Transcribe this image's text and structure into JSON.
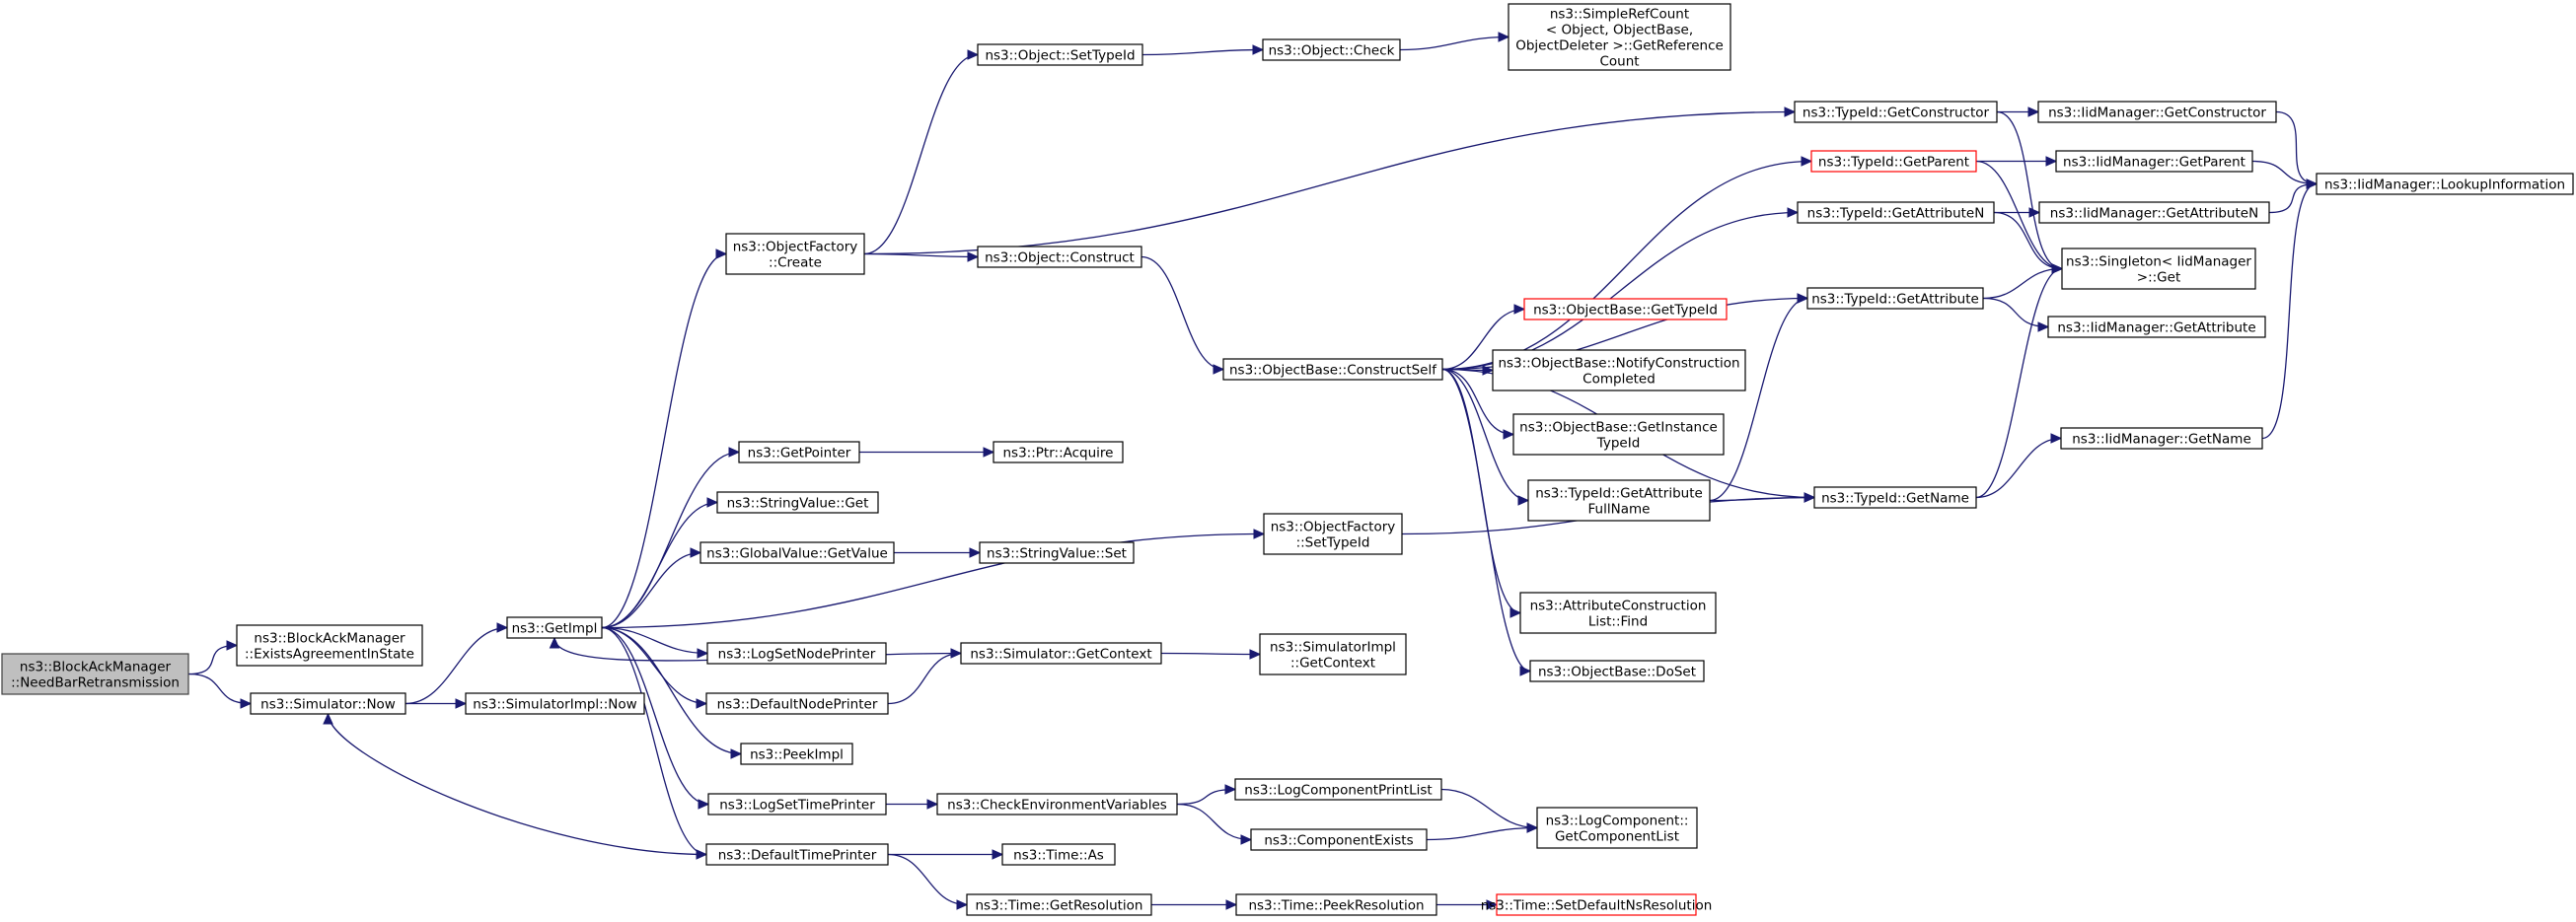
{
  "diagram": {
    "colors": {
      "edge": "#191970",
      "root_fill": "#bfbfbf",
      "truncated_border": "#ff0000",
      "node_border": "#000000"
    },
    "nodes": {
      "root": {
        "lines": [
          "ns3::BlockAckManager",
          "::NeedBarRetransmission"
        ],
        "root": true
      },
      "exists_agreement": {
        "lines": [
          "ns3::BlockAckManager",
          "::ExistsAgreementInState"
        ]
      },
      "sim_now": {
        "lines": [
          "ns3::Simulator::Now"
        ]
      },
      "getimpl": {
        "lines": [
          "ns3::GetImpl"
        ]
      },
      "simimpl_now": {
        "lines": [
          "ns3::SimulatorImpl::Now"
        ]
      },
      "objfactory_create": {
        "lines": [
          "ns3::ObjectFactory",
          "::Create"
        ]
      },
      "obj_settypeid": {
        "lines": [
          "ns3::Object::SetTypeId"
        ]
      },
      "obj_check": {
        "lines": [
          "ns3::Object::Check"
        ]
      },
      "simplerefcount": {
        "lines": [
          "ns3::SimpleRefCount",
          "< Object, ObjectBase,",
          "ObjectDeleter >::GetReference",
          "Count"
        ]
      },
      "obj_construct": {
        "lines": [
          "ns3::Object::Construct"
        ]
      },
      "objbase_constructself": {
        "lines": [
          "ns3::ObjectBase::ConstructSelf"
        ]
      },
      "typeid_getconstructor": {
        "lines": [
          "ns3::TypeId::GetConstructor"
        ]
      },
      "iid_getconstructor": {
        "lines": [
          "ns3::IidManager::GetConstructor"
        ]
      },
      "typeid_getparent": {
        "lines": [
          "ns3::TypeId::GetParent"
        ],
        "truncated": true
      },
      "iid_getparent": {
        "lines": [
          "ns3::IidManager::GetParent"
        ]
      },
      "iid_lookup": {
        "lines": [
          "ns3::IidManager::LookupInformation"
        ]
      },
      "typeid_getattributen": {
        "lines": [
          "ns3::TypeId::GetAttributeN"
        ]
      },
      "iid_getattributen": {
        "lines": [
          "ns3::IidManager::GetAttributeN"
        ]
      },
      "singleton_get": {
        "lines": [
          "ns3::Singleton< IidManager",
          ">::Get"
        ]
      },
      "typeid_getattribute": {
        "lines": [
          "ns3::TypeId::GetAttribute"
        ]
      },
      "iid_getattribute": {
        "lines": [
          "ns3::IidManager::GetAttribute"
        ]
      },
      "objbase_gettypeid": {
        "lines": [
          "ns3::ObjectBase::GetTypeId"
        ],
        "truncated": true
      },
      "objbase_notify": {
        "lines": [
          "ns3::ObjectBase::NotifyConstruction",
          "Completed"
        ]
      },
      "objbase_getinstance": {
        "lines": [
          "ns3::ObjectBase::GetInstance",
          "TypeId"
        ]
      },
      "typeid_getattrfullname": {
        "lines": [
          "ns3::TypeId::GetAttribute",
          "FullName"
        ]
      },
      "typeid_getname": {
        "lines": [
          "ns3::TypeId::GetName"
        ]
      },
      "iid_getname": {
        "lines": [
          "ns3::IidManager::GetName"
        ]
      },
      "getpointer": {
        "lines": [
          "ns3::GetPointer"
        ]
      },
      "ptr_acquire": {
        "lines": [
          "ns3::Ptr::Acquire"
        ]
      },
      "stringvalue_get": {
        "lines": [
          "ns3::StringValue::Get"
        ]
      },
      "globalvalue_getvalue": {
        "lines": [
          "ns3::GlobalValue::GetValue"
        ]
      },
      "stringvalue_set": {
        "lines": [
          "ns3::StringValue::Set"
        ]
      },
      "objfactory_settypeid": {
        "lines": [
          "ns3::ObjectFactory",
          "::SetTypeId"
        ]
      },
      "attrconstruction_find": {
        "lines": [
          "ns3::AttributeConstruction",
          "List::Find"
        ]
      },
      "objbase_doset": {
        "lines": [
          "ns3::ObjectBase::DoSet"
        ]
      },
      "logsetnodeprinter": {
        "lines": [
          "ns3::LogSetNodePrinter"
        ]
      },
      "sim_getcontext": {
        "lines": [
          "ns3::Simulator::GetContext"
        ]
      },
      "simimpl_getcontext": {
        "lines": [
          "ns3::SimulatorImpl",
          "::GetContext"
        ]
      },
      "defaultnodeprinter": {
        "lines": [
          "ns3::DefaultNodePrinter"
        ]
      },
      "peekimpl": {
        "lines": [
          "ns3::PeekImpl"
        ]
      },
      "logsettimeprinter": {
        "lines": [
          "ns3::LogSetTimePrinter"
        ]
      },
      "checkenv": {
        "lines": [
          "ns3::CheckEnvironmentVariables"
        ]
      },
      "logcomponentprintlist": {
        "lines": [
          "ns3::LogComponentPrintList"
        ]
      },
      "logcomponent_getlist": {
        "lines": [
          "ns3::LogComponent::",
          "GetComponentList"
        ]
      },
      "componentexists": {
        "lines": [
          "ns3::ComponentExists"
        ]
      },
      "defaulttimeprinter": {
        "lines": [
          "ns3::DefaultTimePrinter"
        ]
      },
      "time_as": {
        "lines": [
          "ns3::Time::As"
        ]
      },
      "time_getresolution": {
        "lines": [
          "ns3::Time::GetResolution"
        ]
      },
      "time_peekresolution": {
        "lines": [
          "ns3::Time::PeekResolution"
        ]
      },
      "time_setdefaultns": {
        "lines": [
          "ns3::Time::SetDefaultNsResolution"
        ],
        "truncated": true
      }
    },
    "edges": [
      [
        "root",
        "exists_agreement"
      ],
      [
        "root",
        "sim_now"
      ],
      [
        "sim_now",
        "getimpl"
      ],
      [
        "sim_now",
        "simimpl_now"
      ],
      [
        "getimpl",
        "objfactory_create"
      ],
      [
        "getimpl",
        "getpointer"
      ],
      [
        "getimpl",
        "stringvalue_get"
      ],
      [
        "getimpl",
        "globalvalue_getvalue"
      ],
      [
        "getimpl",
        "objfactory_settypeid"
      ],
      [
        "getimpl",
        "logsetnodeprinter"
      ],
      [
        "getimpl",
        "defaultnodeprinter"
      ],
      [
        "getimpl",
        "peekimpl"
      ],
      [
        "getimpl",
        "logsettimeprinter"
      ],
      [
        "getimpl",
        "defaulttimeprinter"
      ],
      [
        "objfactory_create",
        "obj_settypeid"
      ],
      [
        "objfactory_create",
        "typeid_getconstructor"
      ],
      [
        "objfactory_create",
        "obj_construct"
      ],
      [
        "obj_settypeid",
        "obj_check"
      ],
      [
        "obj_check",
        "simplerefcount"
      ],
      [
        "obj_construct",
        "objbase_constructself"
      ],
      [
        "objbase_constructself",
        "typeid_getparent"
      ],
      [
        "objbase_constructself",
        "typeid_getattributen"
      ],
      [
        "objbase_constructself",
        "typeid_getattribute"
      ],
      [
        "objbase_constructself",
        "objbase_gettypeid"
      ],
      [
        "objbase_constructself",
        "objbase_notify"
      ],
      [
        "objbase_constructself",
        "objbase_getinstance"
      ],
      [
        "objbase_constructself",
        "typeid_getattrfullname"
      ],
      [
        "objbase_constructself",
        "typeid_getname"
      ],
      [
        "objbase_constructself",
        "attrconstruction_find"
      ],
      [
        "objbase_constructself",
        "objbase_doset"
      ],
      [
        "typeid_getconstructor",
        "iid_getconstructor"
      ],
      [
        "typeid_getconstructor",
        "singleton_get"
      ],
      [
        "iid_getconstructor",
        "iid_lookup"
      ],
      [
        "typeid_getparent",
        "iid_getparent"
      ],
      [
        "typeid_getparent",
        "singleton_get"
      ],
      [
        "iid_getparent",
        "iid_lookup"
      ],
      [
        "typeid_getattributen",
        "iid_getattributen"
      ],
      [
        "typeid_getattributen",
        "singleton_get"
      ],
      [
        "iid_getattributen",
        "iid_lookup"
      ],
      [
        "typeid_getattribute",
        "singleton_get"
      ],
      [
        "typeid_getattribute",
        "iid_getattribute"
      ],
      [
        "typeid_getattrfullname",
        "typeid_getattribute"
      ],
      [
        "typeid_getattrfullname",
        "typeid_getname"
      ],
      [
        "typeid_getname",
        "singleton_get"
      ],
      [
        "typeid_getname",
        "iid_getname"
      ],
      [
        "iid_getname",
        "iid_lookup"
      ],
      [
        "getpointer",
        "ptr_acquire"
      ],
      [
        "globalvalue_getvalue",
        "stringvalue_set"
      ],
      [
        "objfactory_settypeid",
        "typeid_getname"
      ],
      [
        "sim_getcontext",
        "getimpl"
      ],
      [
        "sim_getcontext",
        "simimpl_getcontext"
      ],
      [
        "defaultnodeprinter",
        "sim_getcontext"
      ],
      [
        "logsettimeprinter",
        "checkenv"
      ],
      [
        "checkenv",
        "logcomponentprintlist"
      ],
      [
        "checkenv",
        "componentexists"
      ],
      [
        "logcomponentprintlist",
        "logcomponent_getlist"
      ],
      [
        "componentexists",
        "logcomponent_getlist"
      ],
      [
        "defaulttimeprinter",
        "sim_now"
      ],
      [
        "defaulttimeprinter",
        "time_as"
      ],
      [
        "defaulttimeprinter",
        "time_getresolution"
      ],
      [
        "time_getresolution",
        "time_peekresolution"
      ],
      [
        "time_peekresolution",
        "time_setdefaultns"
      ]
    ]
  }
}
